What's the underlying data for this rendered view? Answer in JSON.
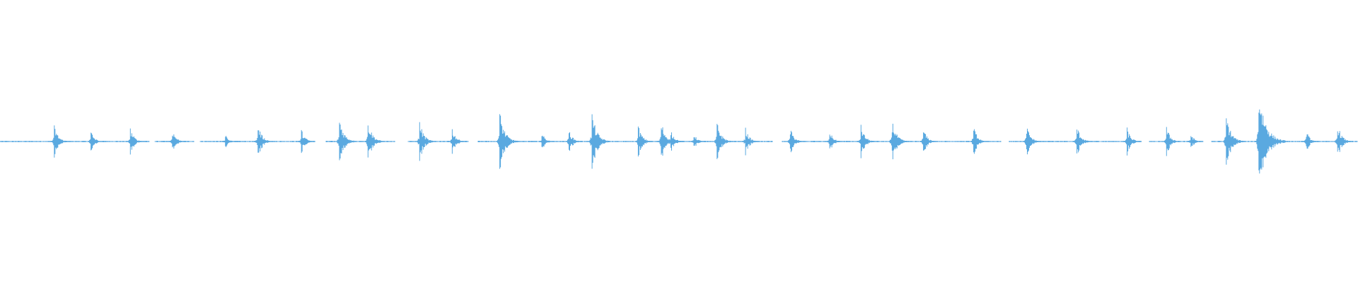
{
  "waveform": {
    "color": "#5aa9e0",
    "background": "#ffffff",
    "baseline_fraction": 0.5,
    "bursts": [
      {
        "t": 0.04,
        "amp": 0.12
      },
      {
        "t": 0.067,
        "amp": 0.08
      },
      {
        "t": 0.096,
        "amp": 0.1
      },
      {
        "t": 0.127,
        "amp": 0.09
      },
      {
        "t": 0.166,
        "amp": 0.05
      },
      {
        "t": 0.19,
        "amp": 0.13
      },
      {
        "t": 0.222,
        "amp": 0.09
      },
      {
        "t": 0.25,
        "amp": 0.18
      },
      {
        "t": 0.271,
        "amp": 0.16
      },
      {
        "t": 0.309,
        "amp": 0.15
      },
      {
        "t": 0.333,
        "amp": 0.1
      },
      {
        "t": 0.368,
        "amp": 0.22
      },
      {
        "t": 0.399,
        "amp": 0.07
      },
      {
        "t": 0.419,
        "amp": 0.09
      },
      {
        "t": 0.436,
        "amp": 0.21
      },
      {
        "t": 0.47,
        "amp": 0.12
      },
      {
        "t": 0.487,
        "amp": 0.15
      },
      {
        "t": 0.494,
        "amp": 0.09
      },
      {
        "t": 0.511,
        "amp": 0.06
      },
      {
        "t": 0.528,
        "amp": 0.15
      },
      {
        "t": 0.549,
        "amp": 0.1
      },
      {
        "t": 0.582,
        "amp": 0.1
      },
      {
        "t": 0.611,
        "amp": 0.08
      },
      {
        "t": 0.634,
        "amp": 0.12
      },
      {
        "t": 0.657,
        "amp": 0.16
      },
      {
        "t": 0.68,
        "amp": 0.1
      },
      {
        "t": 0.717,
        "amp": 0.12
      },
      {
        "t": 0.756,
        "amp": 0.12
      },
      {
        "t": 0.793,
        "amp": 0.12
      },
      {
        "t": 0.83,
        "amp": 0.1
      },
      {
        "t": 0.859,
        "amp": 0.11
      },
      {
        "t": 0.877,
        "amp": 0.06
      },
      {
        "t": 0.903,
        "amp": 0.2
      },
      {
        "t": 0.927,
        "amp": 0.4
      },
      {
        "t": 0.962,
        "amp": 0.08
      },
      {
        "t": 0.985,
        "amp": 0.13
      }
    ],
    "gaps": [
      [
        0.11,
        0.114
      ],
      [
        0.143,
        0.147
      ],
      [
        0.232,
        0.24
      ],
      [
        0.291,
        0.3
      ],
      [
        0.345,
        0.352
      ],
      [
        0.569,
        0.576
      ],
      [
        0.737,
        0.743
      ],
      [
        0.84,
        0.846
      ],
      [
        0.885,
        0.892
      ]
    ]
  }
}
